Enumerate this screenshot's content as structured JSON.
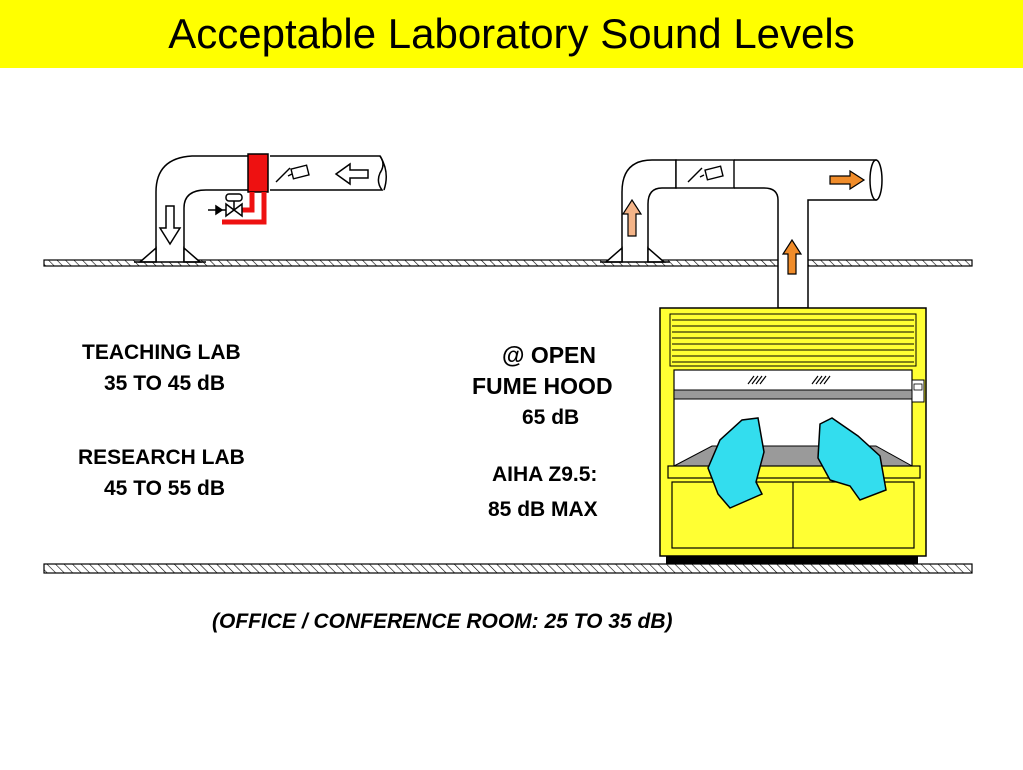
{
  "title": "Acceptable Laboratory Sound Levels",
  "labels": {
    "teaching_lab": "TEACHING  LAB",
    "teaching_range": "35 TO 45  dB",
    "research_lab": "RESEARCH  LAB",
    "research_range": "45 TO 55  dB",
    "open_hood_line1": "@ OPEN",
    "open_hood_line2": "FUME HOOD",
    "open_hood_level": "65 dB",
    "aiha_standard": "AIHA Z9.5:",
    "aiha_max": "85 dB MAX",
    "office_note": "(OFFICE / CONFERENCE ROOM:  25 TO 35  dB)"
  },
  "colors": {
    "title_background": "#ffff00",
    "fume_hood": "#ffff33",
    "airflow_arrows": "#33ddee",
    "exhaust_arrows": "#f08c2a",
    "reheat_coil": "#ee1111",
    "ducts": "#ffffff"
  }
}
